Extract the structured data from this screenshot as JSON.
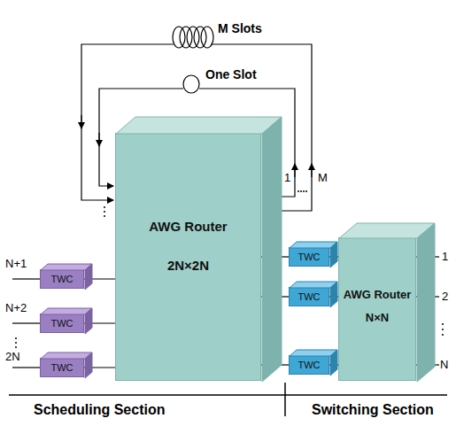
{
  "diagram": {
    "nodes": [
      {
        "text": [
          "AWG Router",
          "2N×2N"
        ]
      },
      {
        "text": [
          "AWG Router",
          "N×N"
        ]
      },
      {
        "text": [
          "TWC"
        ]
      },
      {
        "text": [
          "TWC"
        ]
      },
      {
        "text": [
          "TWC"
        ]
      },
      {
        "text": [
          "TWC"
        ]
      },
      {
        "text": [
          "TWC"
        ]
      },
      {
        "text": [
          "TWC"
        ]
      }
    ],
    "edges": [
      {
        "from": 2,
        "to": 0,
        "arrow": "none"
      },
      {
        "from": 3,
        "to": 0,
        "arrow": "none"
      },
      {
        "from": 4,
        "to": 0,
        "arrow": "none"
      },
      {
        "from": 0,
        "to": 5,
        "arrow": "none"
      },
      {
        "from": 0,
        "to": 6,
        "arrow": "none"
      },
      {
        "from": 0,
        "to": 7,
        "arrow": "none"
      },
      {
        "from": 5,
        "to": 1,
        "arrow": "none"
      },
      {
        "from": 6,
        "to": 1,
        "arrow": "none"
      },
      {
        "from": 7,
        "to": 1,
        "arrow": "none"
      }
    ],
    "labels": [
      "M Slots",
      "One Slot",
      "1",
      "M",
      "N+1",
      "N+2",
      "2N",
      "1",
      "2",
      "N",
      "Scheduling Section",
      "Switching Section"
    ]
  }
}
